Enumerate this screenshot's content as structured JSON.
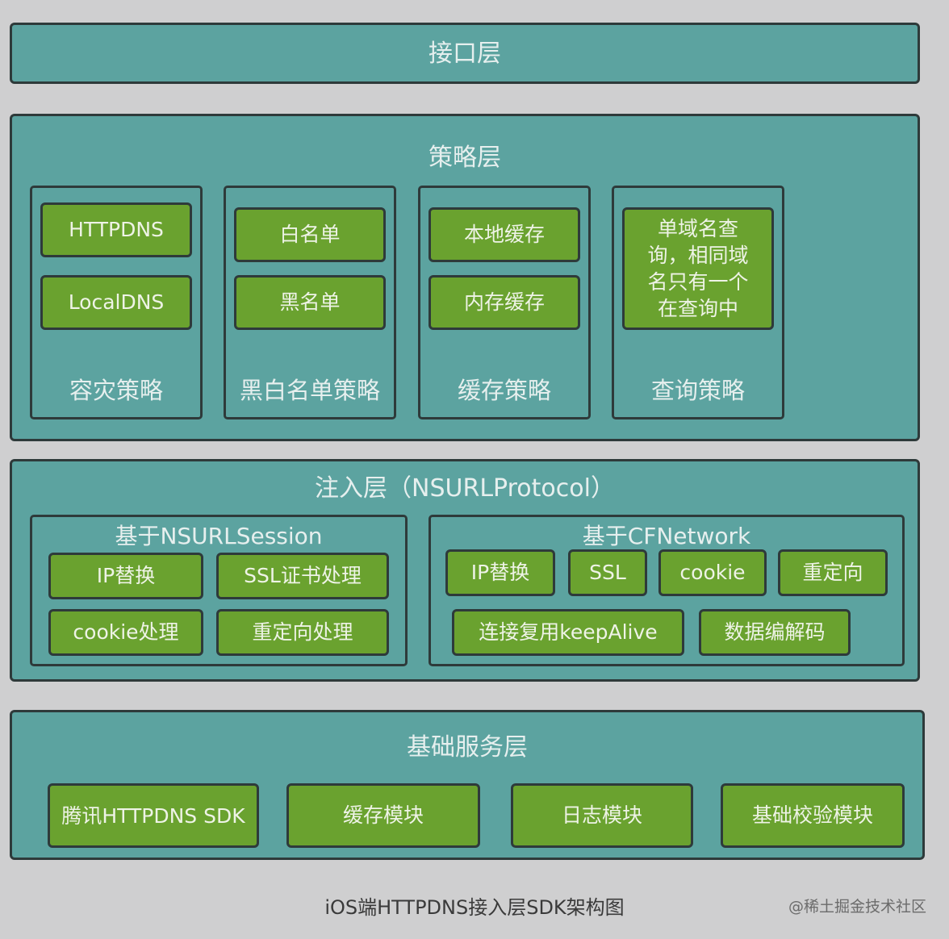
{
  "interface_layer": {
    "title": "接口层"
  },
  "strategy_layer": {
    "title": "策略层",
    "groups": [
      {
        "label": "容灾策略",
        "items": [
          "HTTPDNS",
          "LocalDNS"
        ]
      },
      {
        "label": "黑白名单策略",
        "items": [
          "白名单",
          "黑名单"
        ]
      },
      {
        "label": "缓存策略",
        "items": [
          "本地缓存",
          "内存缓存"
        ]
      },
      {
        "label": "查询策略",
        "items": [
          "单域名查询，相同域名只有一个在查询中"
        ]
      }
    ]
  },
  "injection_layer": {
    "title": "注入层（NSURLProtocol）",
    "groups": [
      {
        "label": "基于NSURLSession",
        "items": [
          "IP替换",
          "SSL证书处理",
          "cookie处理",
          "重定向处理"
        ]
      },
      {
        "label": "基于CFNetwork",
        "items": [
          "IP替换",
          "SSL",
          "cookie",
          "重定向",
          "连接复用keepAlive",
          "数据编解码"
        ]
      }
    ]
  },
  "base_layer": {
    "title": "基础服务层",
    "items": [
      "腾讯HTTPDNS SDK",
      "缓存模块",
      "日志模块",
      "基础校验模块"
    ]
  },
  "caption": "iOS端HTTPDNS接入层SDK架构图",
  "watermark": "@稀土掘金技术社区",
  "colors": {
    "background": "#cfcfd0",
    "layer_fill": "#5ca3a0",
    "box_fill": "#6aa22f",
    "border": "#2e3a3a"
  }
}
